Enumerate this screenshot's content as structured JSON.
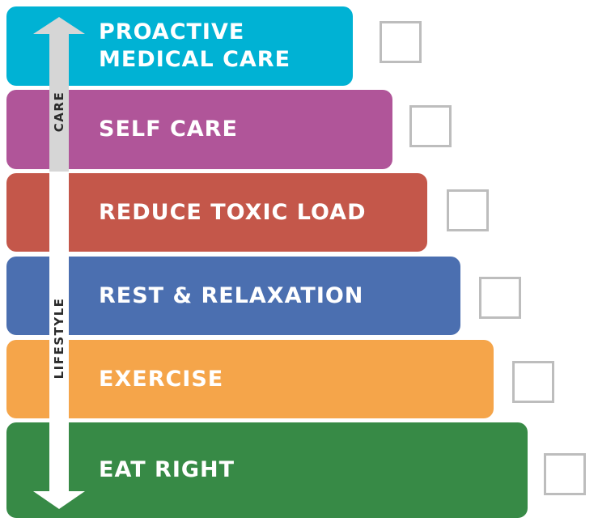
{
  "levels": [
    {
      "label_line1": "PROACTIVE",
      "label_line2": "MEDICAL CARE",
      "color": "#00b2d4"
    },
    {
      "label_line1": "SELF CARE",
      "label_line2": "",
      "color": "#b05599"
    },
    {
      "label_line1": "REDUCE TOXIC LOAD",
      "label_line2": "",
      "color": "#c4574a"
    },
    {
      "label_line1": "REST & RELAXATION",
      "label_line2": "",
      "color": "#4b6fb0"
    },
    {
      "label_line1": "EXERCISE",
      "label_line2": "",
      "color": "#f5a54a"
    },
    {
      "label_line1": "EAT RIGHT",
      "label_line2": "",
      "color": "#378a46"
    }
  ],
  "axis": {
    "care_label": "CARE",
    "lifestyle_label": "LIFESTYLE",
    "care_color": "#d6d6d6",
    "lifestyle_color": "#ffffff"
  },
  "checkbox_color": "#bdbdbd"
}
